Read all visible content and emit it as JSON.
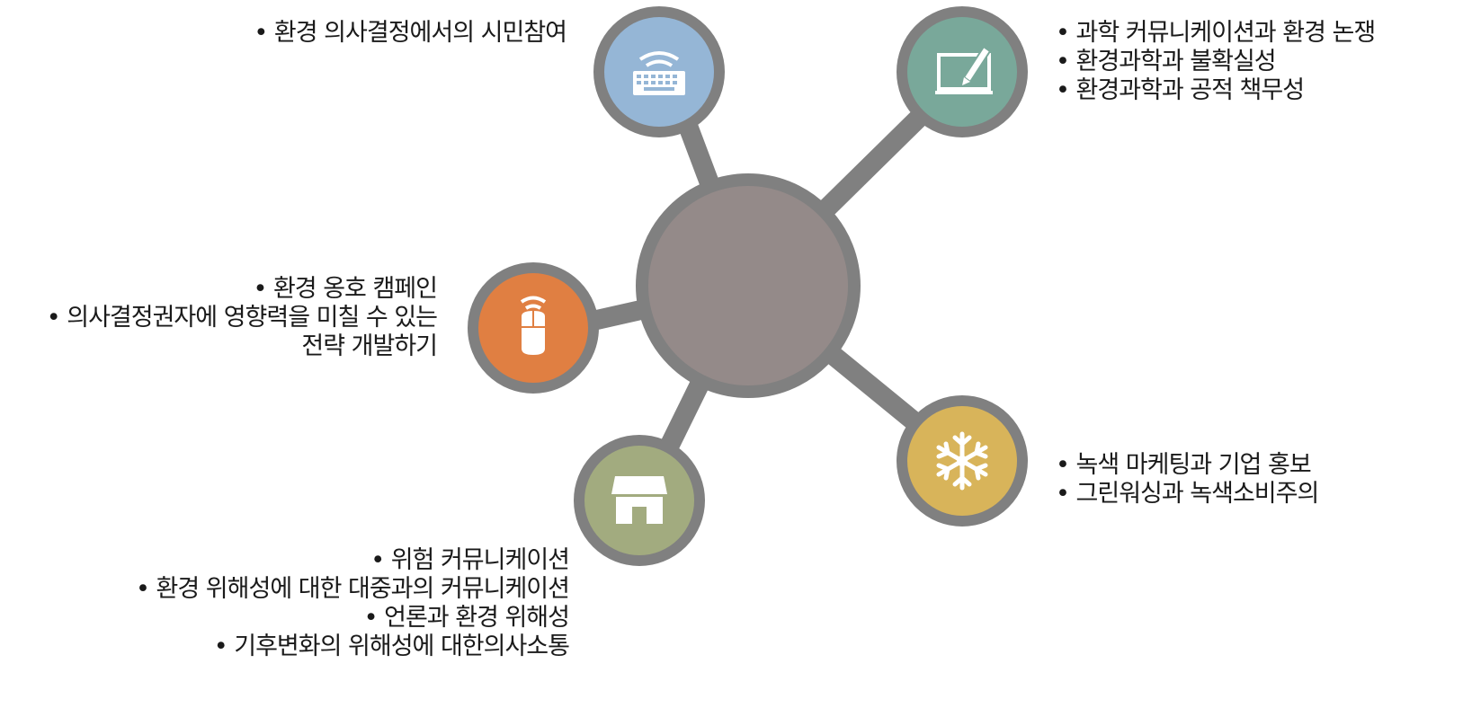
{
  "diagram": {
    "hub": {
      "color": "#948a89",
      "ring_color": "#808080"
    },
    "nodes": [
      {
        "id": "keyboard",
        "icon": "keyboard-icon",
        "color": "#95b6d6",
        "bullets": [
          "• 환경 의사결정에서의 시민참여"
        ]
      },
      {
        "id": "tablet",
        "icon": "tablet-pen-icon",
        "color": "#79a89a",
        "bullets": [
          "• 과학 커뮤니케이션과 환경 논쟁",
          "• 환경과학과 불확실성",
          "• 환경과학과 공적 책무성"
        ]
      },
      {
        "id": "mouse",
        "icon": "wireless-mouse-icon",
        "color": "#e07f42",
        "bullets": [
          "• 환경 옹호 캠페인",
          "• 의사결정권자에 영향력을 미칠 수 있는",
          "전략 개발하기"
        ]
      },
      {
        "id": "store",
        "icon": "store-icon",
        "color": "#a2ab7f",
        "bullets": [
          "• 위험 커뮤니케이션",
          "• 환경 위해성에 대한 대중과의 커뮤니케이션",
          "• 언론과 환경 위해성",
          "• 기후변화의 위해성에 대한의사소통"
        ]
      },
      {
        "id": "snowflake",
        "icon": "snowflake-icon",
        "color": "#d8b45a",
        "bullets": [
          "• 녹색 마케팅과 기업 홍보",
          "• 그린워싱과 녹색소비주의"
        ]
      }
    ]
  }
}
